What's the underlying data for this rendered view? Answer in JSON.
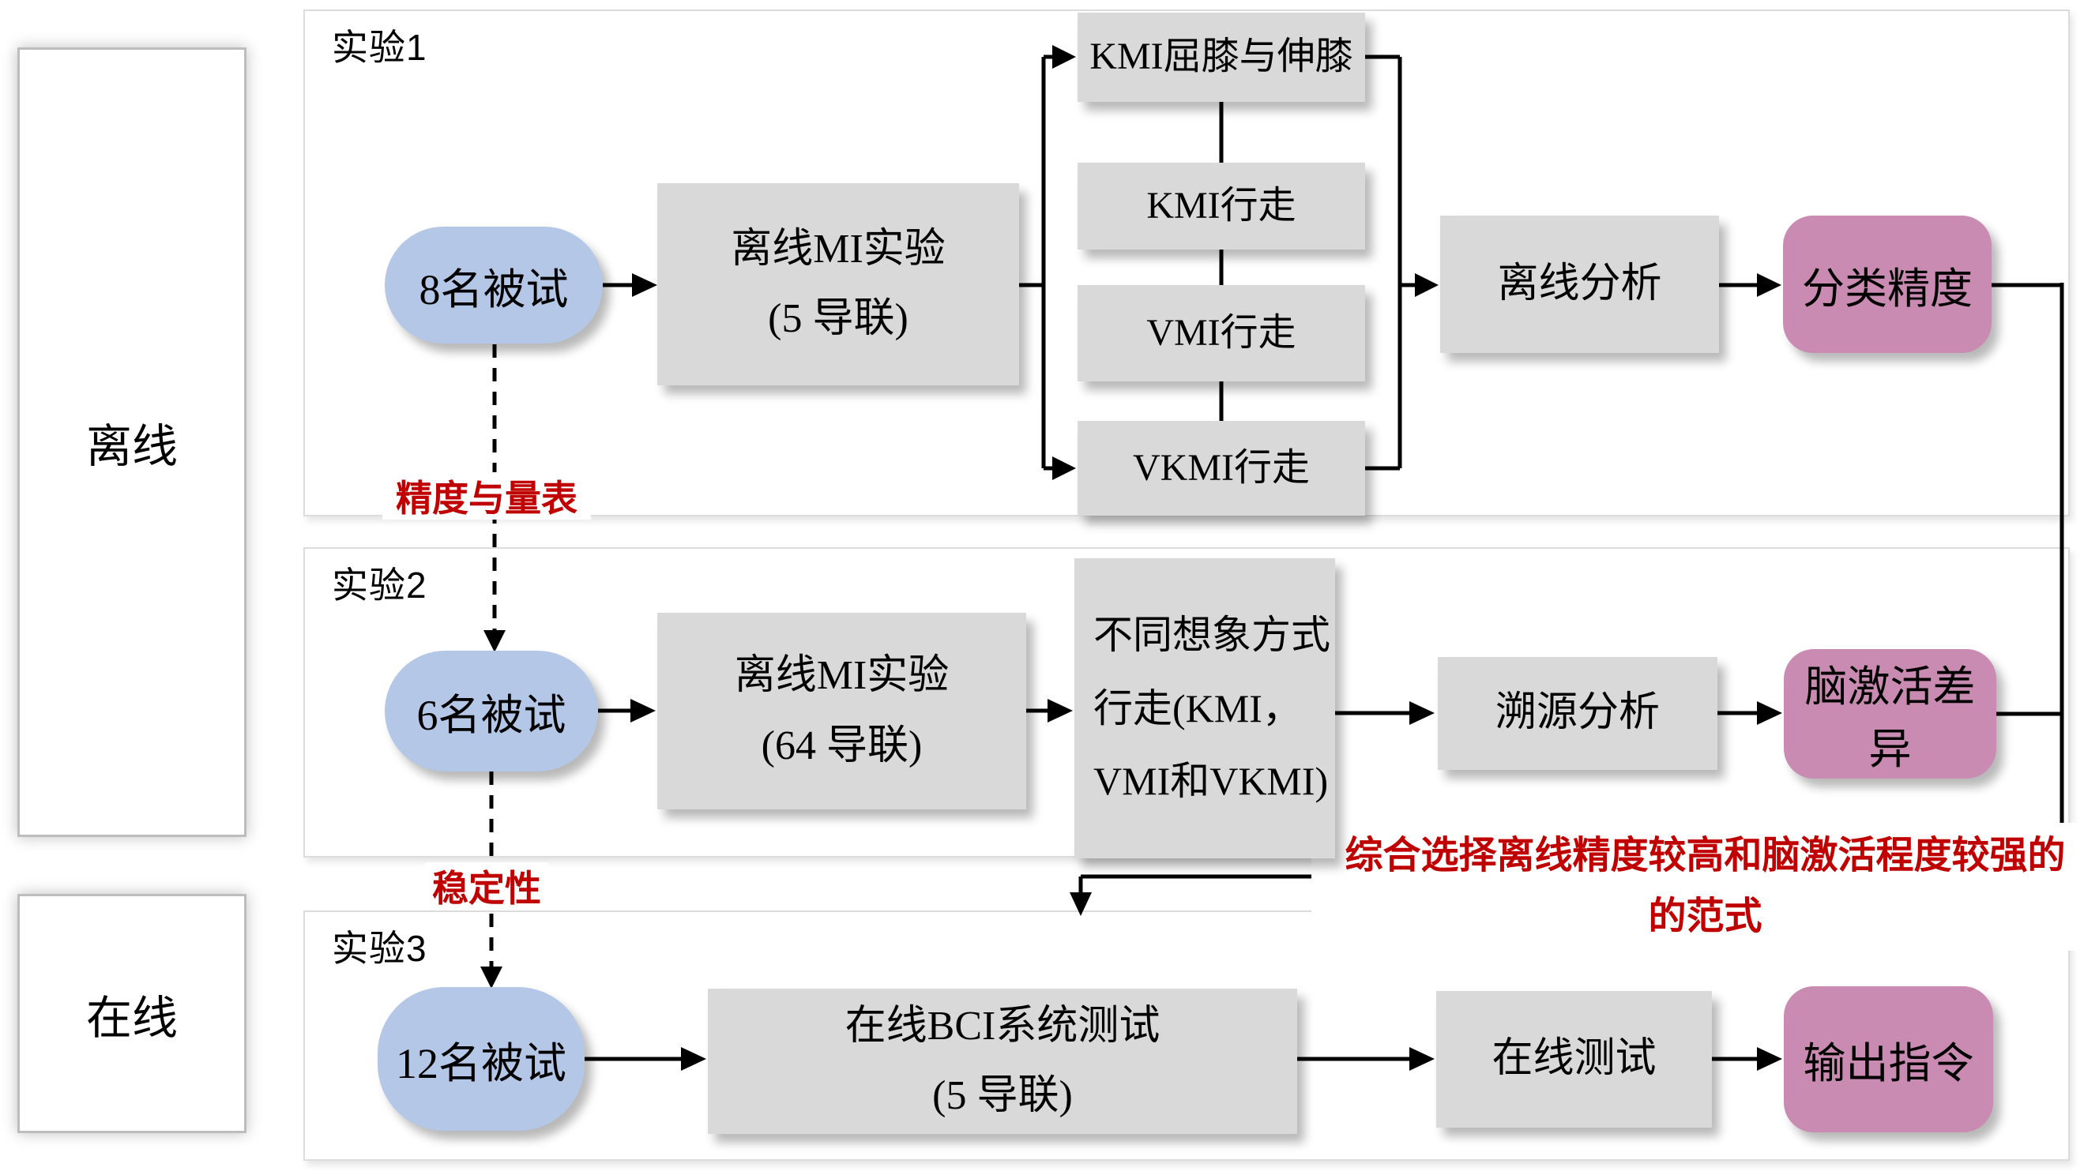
{
  "diagram": {
    "sidebar": {
      "offline": "离线",
      "online": "在线"
    },
    "exp1": {
      "title": "实验1",
      "subject": "8名被试",
      "process_line1": "离线MI实验",
      "process_line2": "(5 导联)",
      "paradigms": [
        "KMI屈膝与伸膝",
        "KMI行走",
        "VMI行走",
        "VKMI行走"
      ],
      "analysis": "离线分析",
      "outcome": "分类精度"
    },
    "exp2": {
      "title": "实验2",
      "subject": "6名被试",
      "process_line1": "离线MI实验",
      "process_line2": "(64 导联)",
      "stim_line1": "不同想象方式",
      "stim_line2": "行走(KMI，",
      "stim_line3": "VMI和VKMI)",
      "analysis": "溯源分析",
      "outcome": "脑激活差异"
    },
    "exp3": {
      "title": "实验3",
      "subject": "12名被试",
      "process_line1": "在线BCI系统测试",
      "process_line2": "(5 导联)",
      "analysis": "在线测试",
      "outcome": "输出指令"
    },
    "annotations": {
      "between_1_2": "精度与量表",
      "between_2_3": "稳定性",
      "note_line1": "综合选择离线精度较高和脑激活程度较强的",
      "note_line2": "的范式"
    },
    "colors": {
      "subject_fill": "#b4c7e7",
      "process_fill": "#d9d9d9",
      "outcome_fill": "#c98bb1",
      "annotation_text": "#c00000",
      "line": "#000000"
    }
  }
}
